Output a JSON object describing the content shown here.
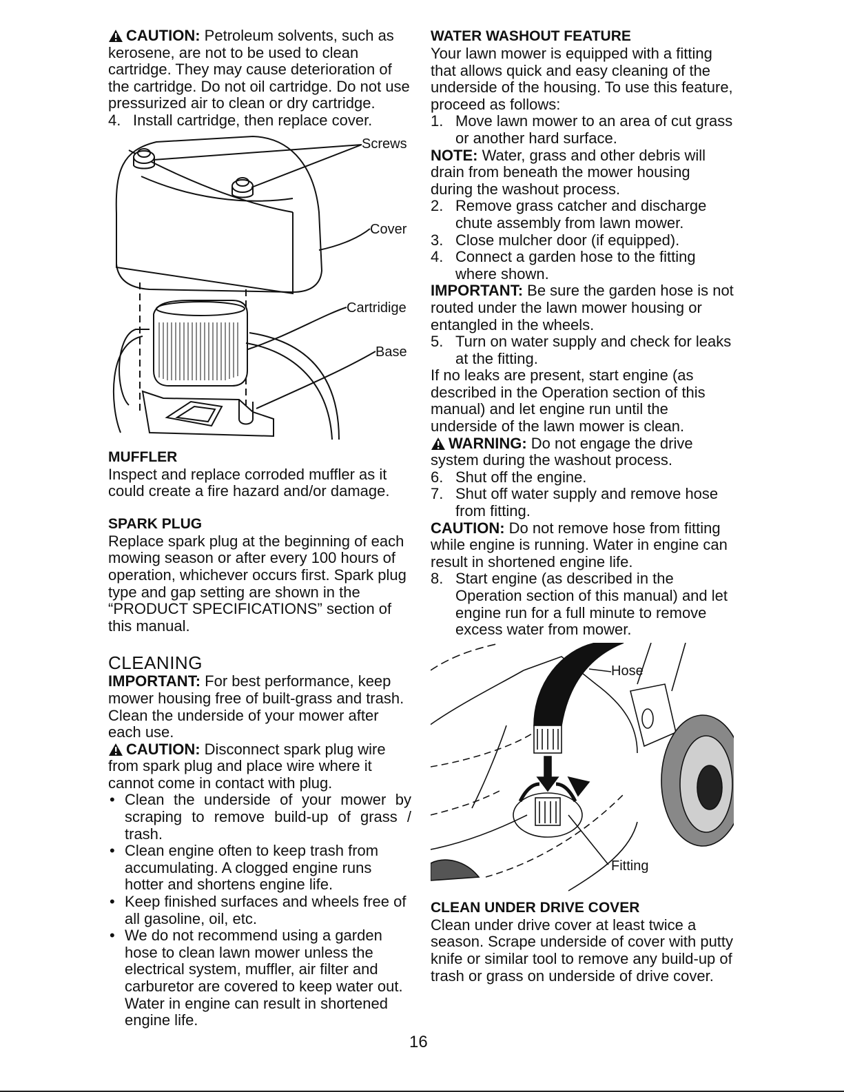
{
  "page_number": "16",
  "left": {
    "caution1": {
      "label": "CAUTION:",
      "text": "Petroleum solvents, such as kerosene, are not to be used to clean cartridge. They may cause deterioration of the cartridge. Do not oil cartridge. Do not use pressurized air to clean or dry cartridge."
    },
    "step4": {
      "num": "4.",
      "text": "Install cartridge, then replace cover."
    },
    "figure1": {
      "screws": "Screws",
      "cover": "Cover",
      "cartridge": "Cartridige",
      "base": "Base"
    },
    "muffler": {
      "heading": "MUFFLER",
      "text": "Inspect and replace corroded muffler as it could create a fire hazard and/or damage."
    },
    "spark_plug": {
      "heading": "SPARK PLUG",
      "text": "Replace spark plug at the beginning of each mowing season or after every 100 hours of operation, whichever occurs first. Spark plug type and gap setting are shown in the “PRODUCT SPECIFICATIONS” section of this manual."
    },
    "cleaning": {
      "heading": "CLEANING",
      "important_label": "IMPORTANT:",
      "important_text": "For best performance, keep mower housing free of built-grass and trash. Clean the underside of your mower after each use.",
      "caution_label": "CAUTION:",
      "caution_text": "Disconnect spark plug wire from spark plug and place wire where it cannot come in contact with plug.",
      "bullets": [
        "Clean the underside of your mower by scraping to remove build-up of grass / trash.",
        "Clean engine often to keep trash from accumulating. A clogged engine runs hotter and shortens engine life.",
        "Keep finished surfaces and wheels free of all gasoline, oil, etc.",
        "We do not recommend using a garden hose to clean lawn mower unless the electrical system, muffler, air filter and carburetor are covered to keep water out. Water in engine can result in shortened engine life."
      ]
    }
  },
  "right": {
    "washout": {
      "heading": "WATER WASHOUT FEATURE",
      "intro": "Your lawn mower is equipped with a fitting that allows quick and easy cleaning of the underside of the housing. To use this feature, proceed as follows:",
      "step1": {
        "num": "1.",
        "text": "Move lawn mower to an area of cut grass or another hard surface."
      },
      "note_label": "NOTE:",
      "note_text": "Water, grass and other debris will drain from beneath the mower housing during the washout process.",
      "steps_2_4": [
        {
          "num": "2.",
          "text": "Remove grass catcher and discharge chute assembly from lawn mower."
        },
        {
          "num": "3.",
          "text": "Close mulcher door (if equipped)."
        },
        {
          "num": "4.",
          "text": "Connect a garden hose to the fitting where shown."
        }
      ],
      "important_label": "IMPORTANT:",
      "important_text": "Be sure the garden hose is not routed under the lawn mower housing or entangled in the wheels.",
      "step5": {
        "num": "5.",
        "text": "Turn on water supply and check for leaks at the fitting."
      },
      "no_leaks": "If no leaks are present, start engine (as described in the Operation section of this manual) and let engine run until the underside of the lawn mower is clean.",
      "warning_label": "WARNING:",
      "warning_text": "Do not engage the drive system during the washout process.",
      "steps_6_7": [
        {
          "num": "6.",
          "text": "Shut off the engine."
        },
        {
          "num": "7.",
          "text": "Shut off water supply and remove hose from fitting."
        }
      ],
      "caution_label": "CAUTION:",
      "caution_text": "Do not remove hose from fitting while engine is running. Water in engine can result in shortened engine life.",
      "step8": {
        "num": "8.",
        "text": "Start engine (as described in the Operation section of this manual) and let engine run for a full minute to remove excess water from mower."
      }
    },
    "figure2": {
      "hose": "Hose",
      "fitting": "Fitting"
    },
    "drive_cover": {
      "heading": "CLEAN UNDER DRIVE COVER",
      "text": "Clean under drive cover at least twice a season. Scrape underside of cover with putty knife or similar tool to remove any build-up of trash or grass on underside of drive cover."
    }
  }
}
